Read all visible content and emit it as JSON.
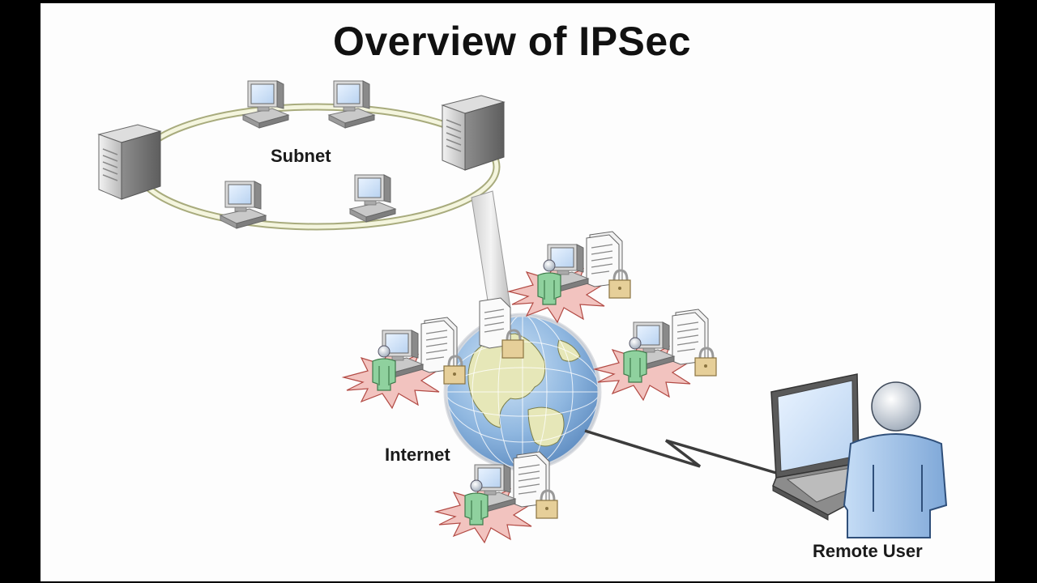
{
  "slide": {
    "title": "Overview of IPSec"
  },
  "labels": {
    "subnet": "Subnet",
    "internet": "Internet",
    "remote_user": "Remote User"
  },
  "colors": {
    "background": "#fdfdfd",
    "border": "#000000",
    "ring": "#d8dbb4",
    "globe_ocean": "#9fc3e6",
    "globe_land": "#e6e7b8",
    "person_green": "#8fd19e",
    "person_blue": "#9fc6ee",
    "starburst": "#f2c3bf",
    "lock": "#e6cf99"
  },
  "icons": [
    "server-icon",
    "workstation-icon",
    "globe-icon",
    "user-icon",
    "document-icon",
    "padlock-icon",
    "laptop-icon",
    "starburst-icon"
  ]
}
